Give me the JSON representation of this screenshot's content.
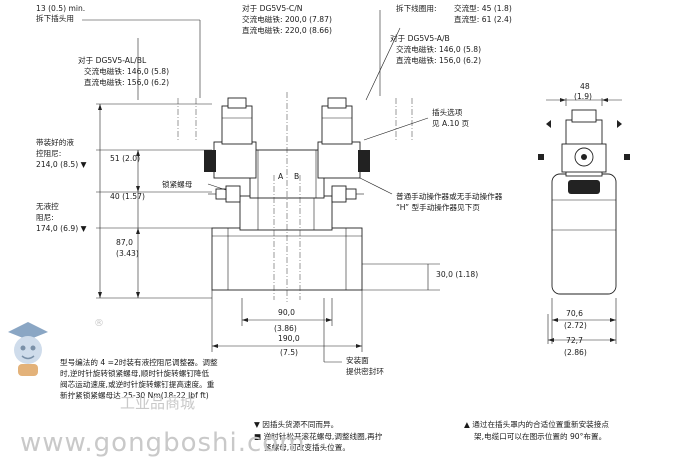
{
  "notes_left": {
    "pin_13": "13 (0.5) min.",
    "pin_13_sub": "拆下插头用",
    "al_bl_title": "对于  DG5V5-AL/BL",
    "al_bl_ac": "交流电磁铁: 146,0 (5.8)",
    "al_bl_dc": "直流电磁铁: 156,0 (6.2)",
    "with_damper_1": "带装好的液",
    "with_damper_2": "控阻尼:",
    "with_damper_3": "214,0 (8.5) ▼",
    "no_damper_1": "无液控",
    "no_damper_2": "阻尼:",
    "no_damper_3": "174,0 (6.9) ▼",
    "dim_51": "51 (2.0)",
    "dim_40": "40 (1.57)",
    "dim_87": "87,0",
    "dim_87_in": "(3.43)",
    "lock_nut": "锁紧螺母"
  },
  "notes_top": {
    "cn_title": "对于  DG5V5-C/N",
    "cn_ac": "交流电磁铁: 200,0 (7.87)",
    "cn_dc": "直流电磁铁: 220,0 (8.66)",
    "coil_remove": "拆下线圈用:",
    "coil_ac": "交流型: 45 (1.8)",
    "coil_dc": "直流型: 61 (2.4)",
    "ab_title": "对于  DG5V5-A/B",
    "ab_ac": "交流电磁铁: 146,0 (5.8)",
    "ab_dc": "直流电磁铁: 156,0 (6.2)"
  },
  "notes_right": {
    "plug_1": "插头选项",
    "plug_2": "见 A.10 页",
    "manual_1": "普通手动操作器或无手动操作器",
    "manual_2": "“H” 型手动操作器见下页",
    "dim_48": "48",
    "dim_48_in": "(1.9)",
    "dim_30": "30,0 (1.18)",
    "dim_70": "70,6",
    "dim_70_in": "(2.72)",
    "dim_72": "72,7",
    "dim_72_in": "(2.86)"
  },
  "notes_bottom": {
    "dim_90": "90,0",
    "dim_90_in": "(3.86)",
    "dim_190": "190,0",
    "dim_190_in": "(7.5)",
    "mount_1": "安装面",
    "mount_2": "提供密封环",
    "port_a": "A",
    "port_b": "B",
    "model_1": "型号编法的 4 =2时装有液控阻尼调整器。调整",
    "model_2": "时,逆时针旋转锁紧螺母,顺时针旋转螺钉降低",
    "model_3": "阀芯运动速度,或逆时针旋转螺钉提高速度。重",
    "model_4": "新拧紧锁紧螺母达 25-30 Nm(18-22 lbf ft)",
    "fn1": "▼ 因插头货源不同而异。",
    "fn2a": "■ 逆时针松开滚花螺母,调整线圈,再拧",
    "fn2b": "紧螺母,可改变插头位置。",
    "fn3a": "▲ 通过在插头罩内的合适位置重新安装接点",
    "fn3b": "架,电缆口可以在图示位置的 90°布置。"
  },
  "watermark": {
    "site": "www.gongboshi.com",
    "brand": "工业品商城",
    "reg": "®"
  }
}
